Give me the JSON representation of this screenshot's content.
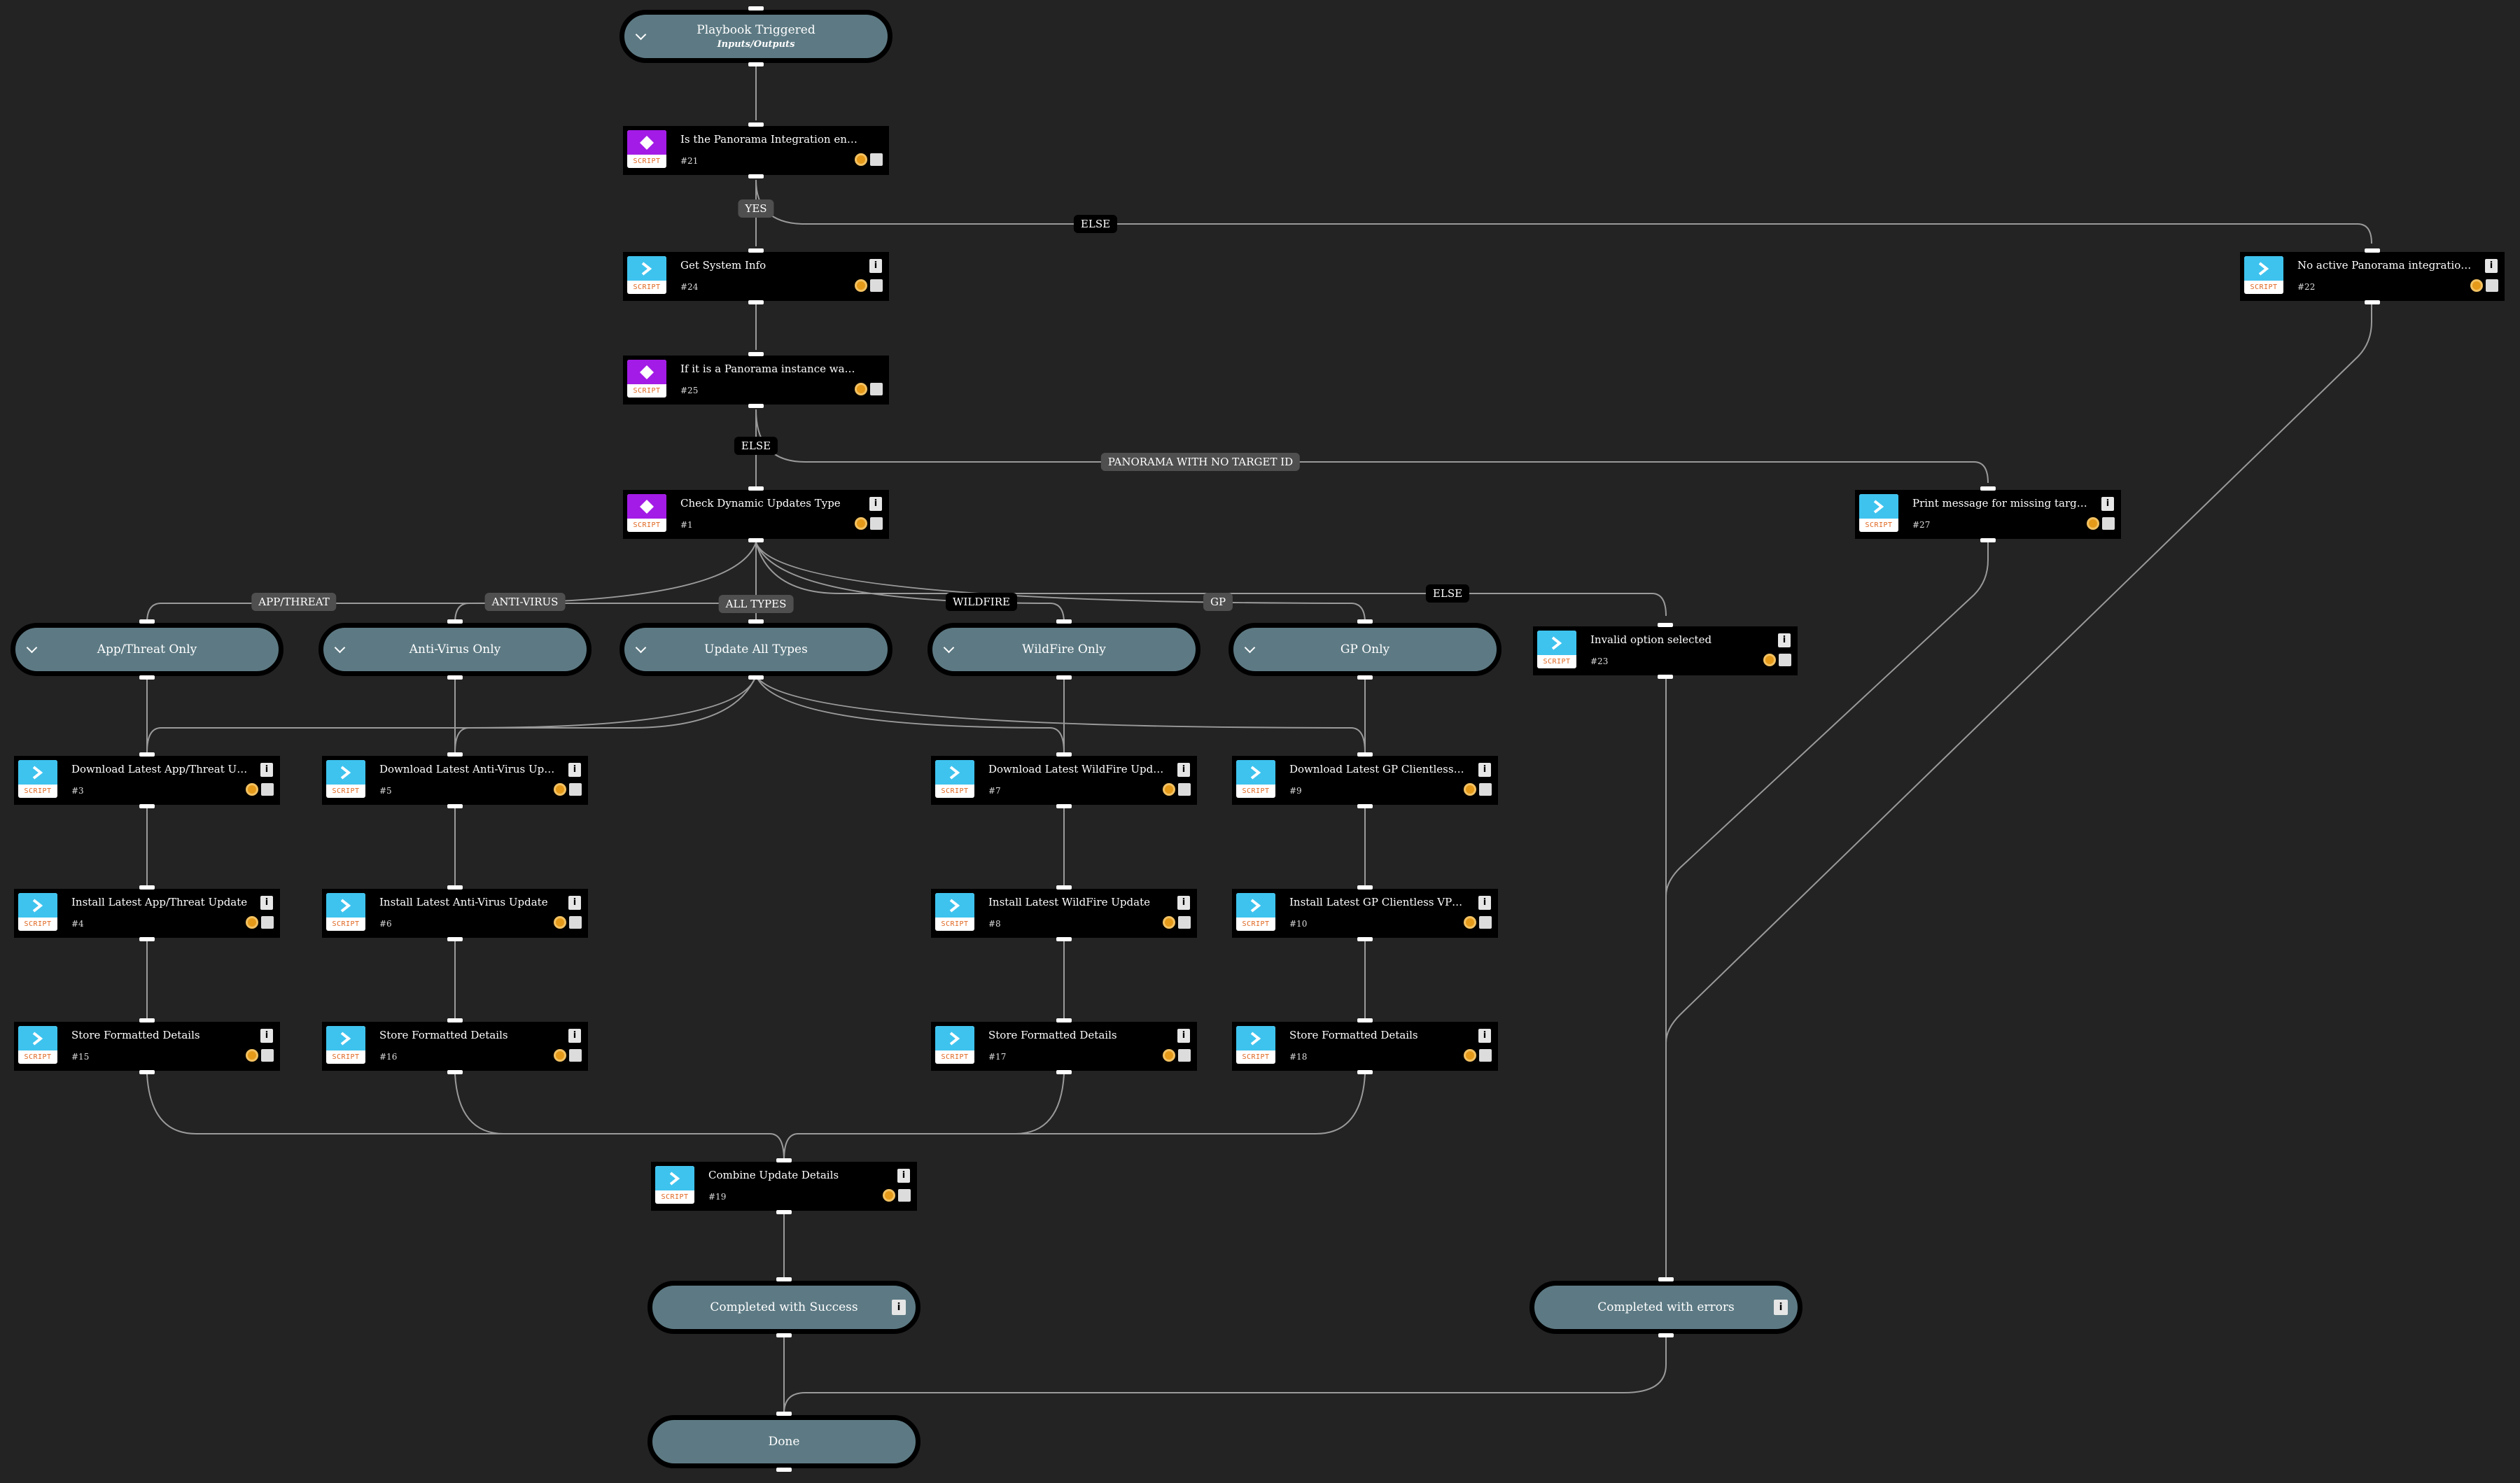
{
  "colors": {
    "background": "#232323",
    "pill": "#5d7a84",
    "script_icon": "#3ec3ee",
    "condition_icon": "#a31be6",
    "edge": "#9a9a9a"
  },
  "icons": {
    "script": "chevron-right-icon",
    "condition": "diamond-icon",
    "info": "info-icon",
    "settings": "gear-icon",
    "skip": "skip-icon"
  },
  "nodes": {
    "start": {
      "title": "Playbook Triggered",
      "sub": "Inputs/Outputs"
    },
    "t21": {
      "label": "Is the Panorama Integration enabled?",
      "num": "#21",
      "tag": "SCRIPT"
    },
    "t24": {
      "label": "Get System Info",
      "num": "#24",
      "tag": "SCRIPT"
    },
    "t22": {
      "label": "No active Panorama integration insta...",
      "num": "#22",
      "tag": "SCRIPT"
    },
    "t25": {
      "label": "If it is a Panorama instance was target fir...",
      "num": "#25",
      "tag": "SCRIPT"
    },
    "t1": {
      "label": "Check Dynamic Updates Type",
      "num": "#1",
      "tag": "SCRIPT"
    },
    "t27": {
      "label": "Print message for missing target ID",
      "num": "#27",
      "tag": "SCRIPT"
    },
    "s_app": {
      "title": "App/Threat Only"
    },
    "s_av": {
      "title": "Anti-Virus Only"
    },
    "s_all": {
      "title": "Update All Types"
    },
    "s_wf": {
      "title": "WildFire Only"
    },
    "s_gp": {
      "title": "GP Only"
    },
    "t23": {
      "label": "Invalid option selected",
      "num": "#23",
      "tag": "SCRIPT"
    },
    "t3": {
      "label": "Download Latest App/Threat Update",
      "num": "#3",
      "tag": "SCRIPT"
    },
    "t5": {
      "label": "Download Latest Anti-Virus Update",
      "num": "#5",
      "tag": "SCRIPT"
    },
    "t7": {
      "label": "Download Latest WildFire Update",
      "num": "#7",
      "tag": "SCRIPT"
    },
    "t9": {
      "label": "Download Latest GP Clientless VPN ...",
      "num": "#9",
      "tag": "SCRIPT"
    },
    "t4": {
      "label": "Install Latest App/Threat Update",
      "num": "#4",
      "tag": "SCRIPT"
    },
    "t6": {
      "label": "Install Latest Anti-Virus Update",
      "num": "#6",
      "tag": "SCRIPT"
    },
    "t8": {
      "label": "Install Latest WildFire Update",
      "num": "#8",
      "tag": "SCRIPT"
    },
    "t10": {
      "label": "Install Latest GP Clientless VPN Update",
      "num": "#10",
      "tag": "SCRIPT"
    },
    "t15": {
      "label": "Store Formatted Details",
      "num": "#15",
      "tag": "SCRIPT"
    },
    "t16": {
      "label": "Store Formatted Details",
      "num": "#16",
      "tag": "SCRIPT"
    },
    "t17": {
      "label": "Store Formatted Details",
      "num": "#17",
      "tag": "SCRIPT"
    },
    "t18": {
      "label": "Store Formatted Details",
      "num": "#18",
      "tag": "SCRIPT"
    },
    "t19": {
      "label": "Combine Update Details",
      "num": "#19",
      "tag": "SCRIPT"
    },
    "ok": {
      "title": "Completed with Success"
    },
    "err": {
      "title": "Completed with errors"
    },
    "done": {
      "title": "Done"
    }
  },
  "edge_labels": {
    "yes": "YES",
    "else1": "ELSE",
    "else2": "ELSE",
    "panorama": "PANORAMA WITH NO TARGET ID",
    "app": "APP/THREAT",
    "av": "ANTI-VIRUS",
    "all": "ALL TYPES",
    "wf": "WILDFIRE",
    "gp": "GP",
    "else3": "ELSE"
  }
}
